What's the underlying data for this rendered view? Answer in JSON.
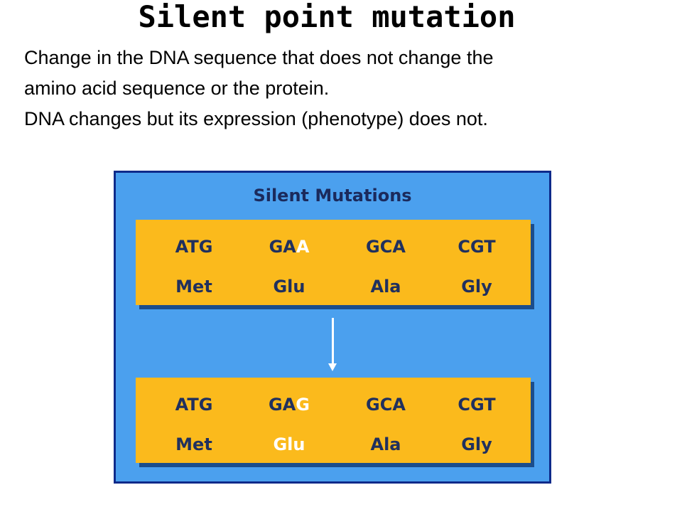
{
  "title": "Silent point mutation",
  "description": {
    "line1": "Change in the DNA sequence that does not change the",
    "line2": "amino acid sequence or the protein.",
    "line3": "DNA changes but its expression (phenotype) does not."
  },
  "figure": {
    "title": "Silent Mutations",
    "before": {
      "codons": [
        {
          "base": "ATG",
          "mutated": ""
        },
        {
          "base": "GA",
          "mutated": "A"
        },
        {
          "base": "GCA",
          "mutated": ""
        },
        {
          "base": "CGT",
          "mutated": ""
        }
      ],
      "amino_acids": [
        "Met",
        "Glu",
        "Ala",
        "Gly"
      ]
    },
    "after": {
      "codons": [
        {
          "base": "ATG",
          "mutated": ""
        },
        {
          "base": "GA",
          "mutated": "G"
        },
        {
          "base": "GCA",
          "mutated": ""
        },
        {
          "base": "CGT",
          "mutated": ""
        }
      ],
      "amino_acids": [
        "Met",
        "Glu",
        "Ala",
        "Gly"
      ]
    },
    "colors": {
      "background": "#4ba0ee",
      "panel": "#fbba1c",
      "text": "#20305e",
      "highlight": "#ffffff",
      "border": "#0e2a8a"
    }
  }
}
